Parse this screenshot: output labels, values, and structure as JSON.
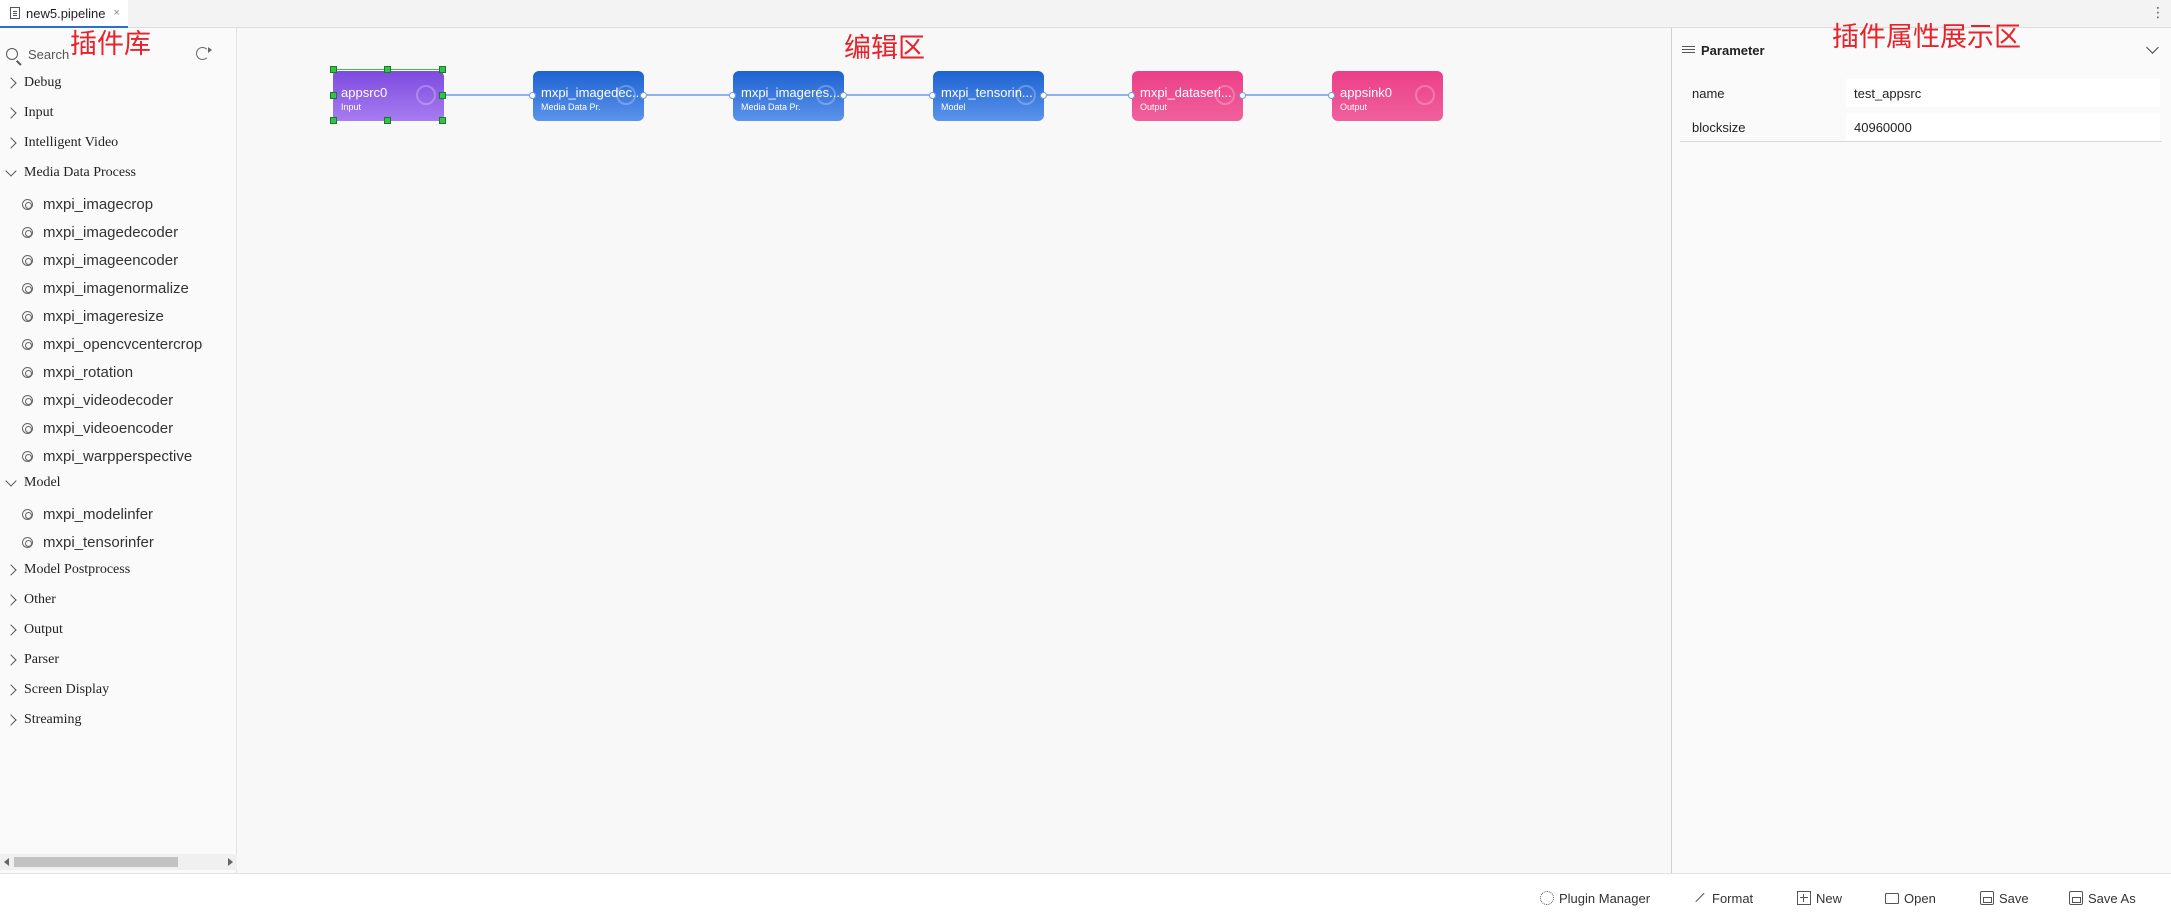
{
  "tab": {
    "title": "new5.pipeline",
    "close": "×",
    "menu": "⋮"
  },
  "sidebar": {
    "search_placeholder": "Search",
    "categories": [
      {
        "label": "Debug",
        "expanded": false
      },
      {
        "label": "Input",
        "expanded": false
      },
      {
        "label": "Intelligent Video",
        "expanded": false
      },
      {
        "label": "Media Data Process",
        "expanded": true
      },
      {
        "label": "Model",
        "expanded": true
      },
      {
        "label": "Model Postprocess",
        "expanded": false
      },
      {
        "label": "Other",
        "expanded": false
      },
      {
        "label": "Output",
        "expanded": false
      },
      {
        "label": "Parser",
        "expanded": false
      },
      {
        "label": "Screen Display",
        "expanded": false
      },
      {
        "label": "Streaming",
        "expanded": false
      }
    ],
    "media_items": [
      "mxpi_imagecrop",
      "mxpi_imagedecoder",
      "mxpi_imageencoder",
      "mxpi_imagenormalize",
      "mxpi_imageresize",
      "mxpi_opencvcentercrop",
      "mxpi_rotation",
      "mxpi_videodecoder",
      "mxpi_videoencoder",
      "mxpi_warpperspective"
    ],
    "model_items": [
      "mxpi_modelinfer",
      "mxpi_tensorinfer"
    ]
  },
  "canvas": {
    "nodes": [
      {
        "name": "appsrc0",
        "type": "Input",
        "color": "#8a5ae6"
      },
      {
        "name": "mxpi_imagedec...",
        "type": "Media Data Pr...",
        "color": "#2a6fd6"
      },
      {
        "name": "mxpi_imageres...",
        "type": "Media Data Pr...",
        "color": "#2a6fd6"
      },
      {
        "name": "mxpi_tensorin...",
        "type": "Model",
        "color": "#2a6fd6"
      },
      {
        "name": "mxpi_dataseri...",
        "type": "Output",
        "color": "#ec3f88"
      },
      {
        "name": "appsink0",
        "type": "Output",
        "color": "#ec3f88"
      }
    ]
  },
  "props": {
    "title": "Parameter",
    "rows": [
      {
        "key": "name",
        "value": "test_appsrc"
      },
      {
        "key": "blocksize",
        "value": "40960000"
      }
    ]
  },
  "footer": {
    "plugin_manager": "Plugin Manager",
    "format": "Format",
    "new": "New",
    "open": "Open",
    "save": "Save",
    "save_as": "Save As"
  },
  "annotations": {
    "library": "插件库",
    "editor": "编辑区",
    "properties": "插件属性展示区"
  }
}
